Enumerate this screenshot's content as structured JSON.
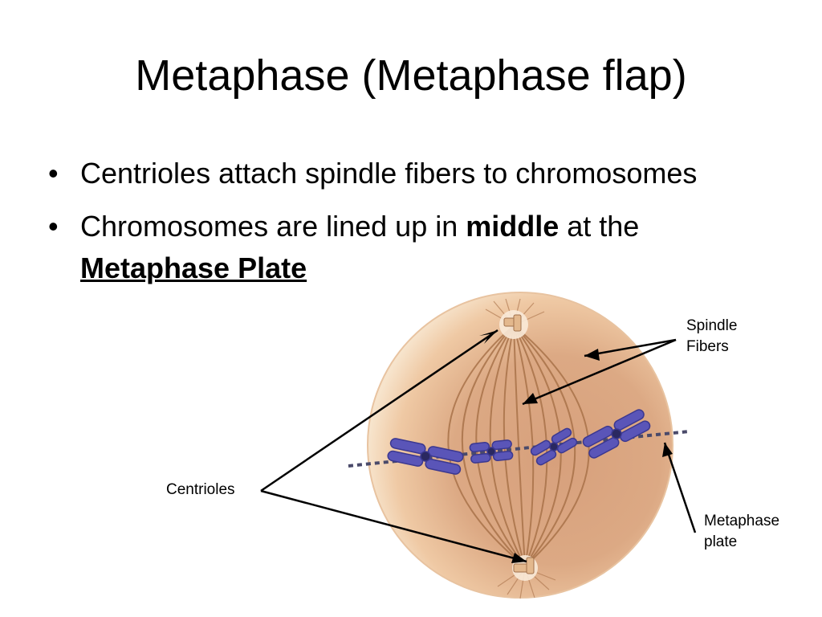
{
  "slide": {
    "title": "Metaphase (Metaphase flap)",
    "bullets": [
      {
        "text": "Centrioles attach spindle fibers to chromosomes"
      },
      {
        "pre": "Chromosomes are lined up in ",
        "bold": "middle",
        "post": " at the",
        "underlined": "Metaphase Plate"
      }
    ]
  },
  "diagram": {
    "labels": {
      "spindle_line1": "Spindle",
      "spindle_line2": "Fibers",
      "centrioles": "Centrioles",
      "plate_line1": "Metaphase",
      "plate_line2": "plate"
    },
    "colors": {
      "cell_fill": "#d9a07a",
      "cell_light": "#f4dcc1",
      "fiber": "#a87249",
      "chromosome": "#5a55b8",
      "chromosome_dark": "#2a2860",
      "plate_line": "#4a4a6a"
    }
  }
}
